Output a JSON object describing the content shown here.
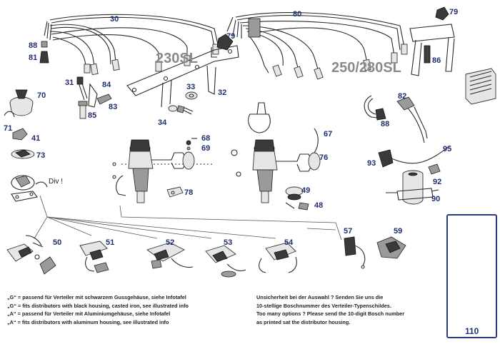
{
  "models": {
    "left": "230SL",
    "right": "250/280SL"
  },
  "div_note": "Div !",
  "part_numbers": {
    "p30": "30",
    "p80": "80",
    "p79a": "79",
    "p79b": "79",
    "p88a": "88",
    "p81": "81",
    "p31": "31",
    "p84": "84",
    "p83": "83",
    "p85": "85",
    "p33": "33",
    "p32": "32",
    "p34": "34",
    "p70": "70",
    "p71": "71",
    "p41": "41",
    "p73": "73",
    "p68": "68",
    "p69": "69",
    "p78": "78",
    "p67": "67",
    "p76": "76",
    "p49": "49",
    "p48": "48",
    "p82": "82",
    "p88b": "88",
    "p86": "86",
    "p95": "95",
    "p93": "93",
    "p92": "92",
    "p90": "90",
    "p57": "57",
    "p59": "59",
    "p50": "50",
    "p51": "51",
    "p52": "52",
    "p53": "53",
    "p54": "54",
    "p110": "110"
  },
  "legend_de_en": [
    "„G“ = passend für Verteiler mit schwarzem Gussgehäuse, siehe Infotafel",
    "„G“ = fits distributors with black housing, casted iron, see illustrated info",
    "„A“ = passend für Verteiler mit Aluminiumgehäuse, siehe Infotafel",
    "„A“ = fits distributors with aluminum housing, see illustrated info"
  ],
  "note_lines": [
    "Unsicherheit bei der Auswahl ? Senden Sie uns die",
    "10-stellige Boschnummer des Verteiler-Typenschildes.",
    "Too many options ? Please send the 10-digit Bosch number",
    "as printed sat the distributor housing."
  ],
  "colors": {
    "label_blue": "#1f2f6e",
    "model_gray": "#8a8a8a",
    "kit_border": "#2b3a80"
  }
}
